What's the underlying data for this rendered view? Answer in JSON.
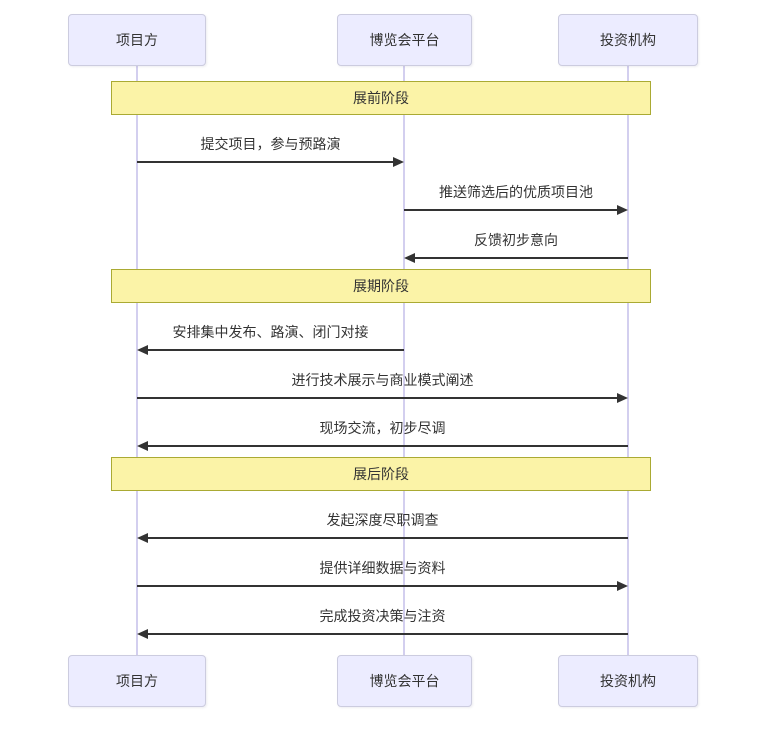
{
  "diagram": {
    "type": "sequence-diagram",
    "actors": [
      {
        "id": "project-party",
        "label": "项目方"
      },
      {
        "id": "expo-platform",
        "label": "博览会平台"
      },
      {
        "id": "investor",
        "label": "投资机构"
      }
    ],
    "events": [
      {
        "type": "phase",
        "label": "展前阶段"
      },
      {
        "type": "message",
        "text": "提交项目，参与预路演",
        "from": 0,
        "to": 1
      },
      {
        "type": "message",
        "text": "推送筛选后的优质项目池",
        "from": 1,
        "to": 2
      },
      {
        "type": "message",
        "text": "反馈初步意向",
        "from": 2,
        "to": 1
      },
      {
        "type": "phase",
        "label": "展期阶段"
      },
      {
        "type": "message",
        "text": "安排集中发布、路演、闭门对接",
        "from": 1,
        "to": 0
      },
      {
        "type": "message",
        "text": "进行技术展示与商业模式阐述",
        "from": 0,
        "to": 2
      },
      {
        "type": "message",
        "text": "现场交流，初步尽调",
        "from": 2,
        "to": 0
      },
      {
        "type": "phase",
        "label": "展后阶段"
      },
      {
        "type": "message",
        "text": "发起深度尽职调查",
        "from": 2,
        "to": 0
      },
      {
        "type": "message",
        "text": "提供详细数据与资料",
        "from": 0,
        "to": 2
      },
      {
        "type": "message",
        "text": "完成投资决策与注资",
        "from": 2,
        "to": 0
      }
    ],
    "colors": {
      "actor_fill": "#ececff",
      "actor_border": "#ccccdf",
      "lifeline": "#d3cfef",
      "phase_fill": "#fbf3a7",
      "phase_border": "#aaaa33",
      "arrow": "#333333",
      "text": "#333333"
    }
  }
}
